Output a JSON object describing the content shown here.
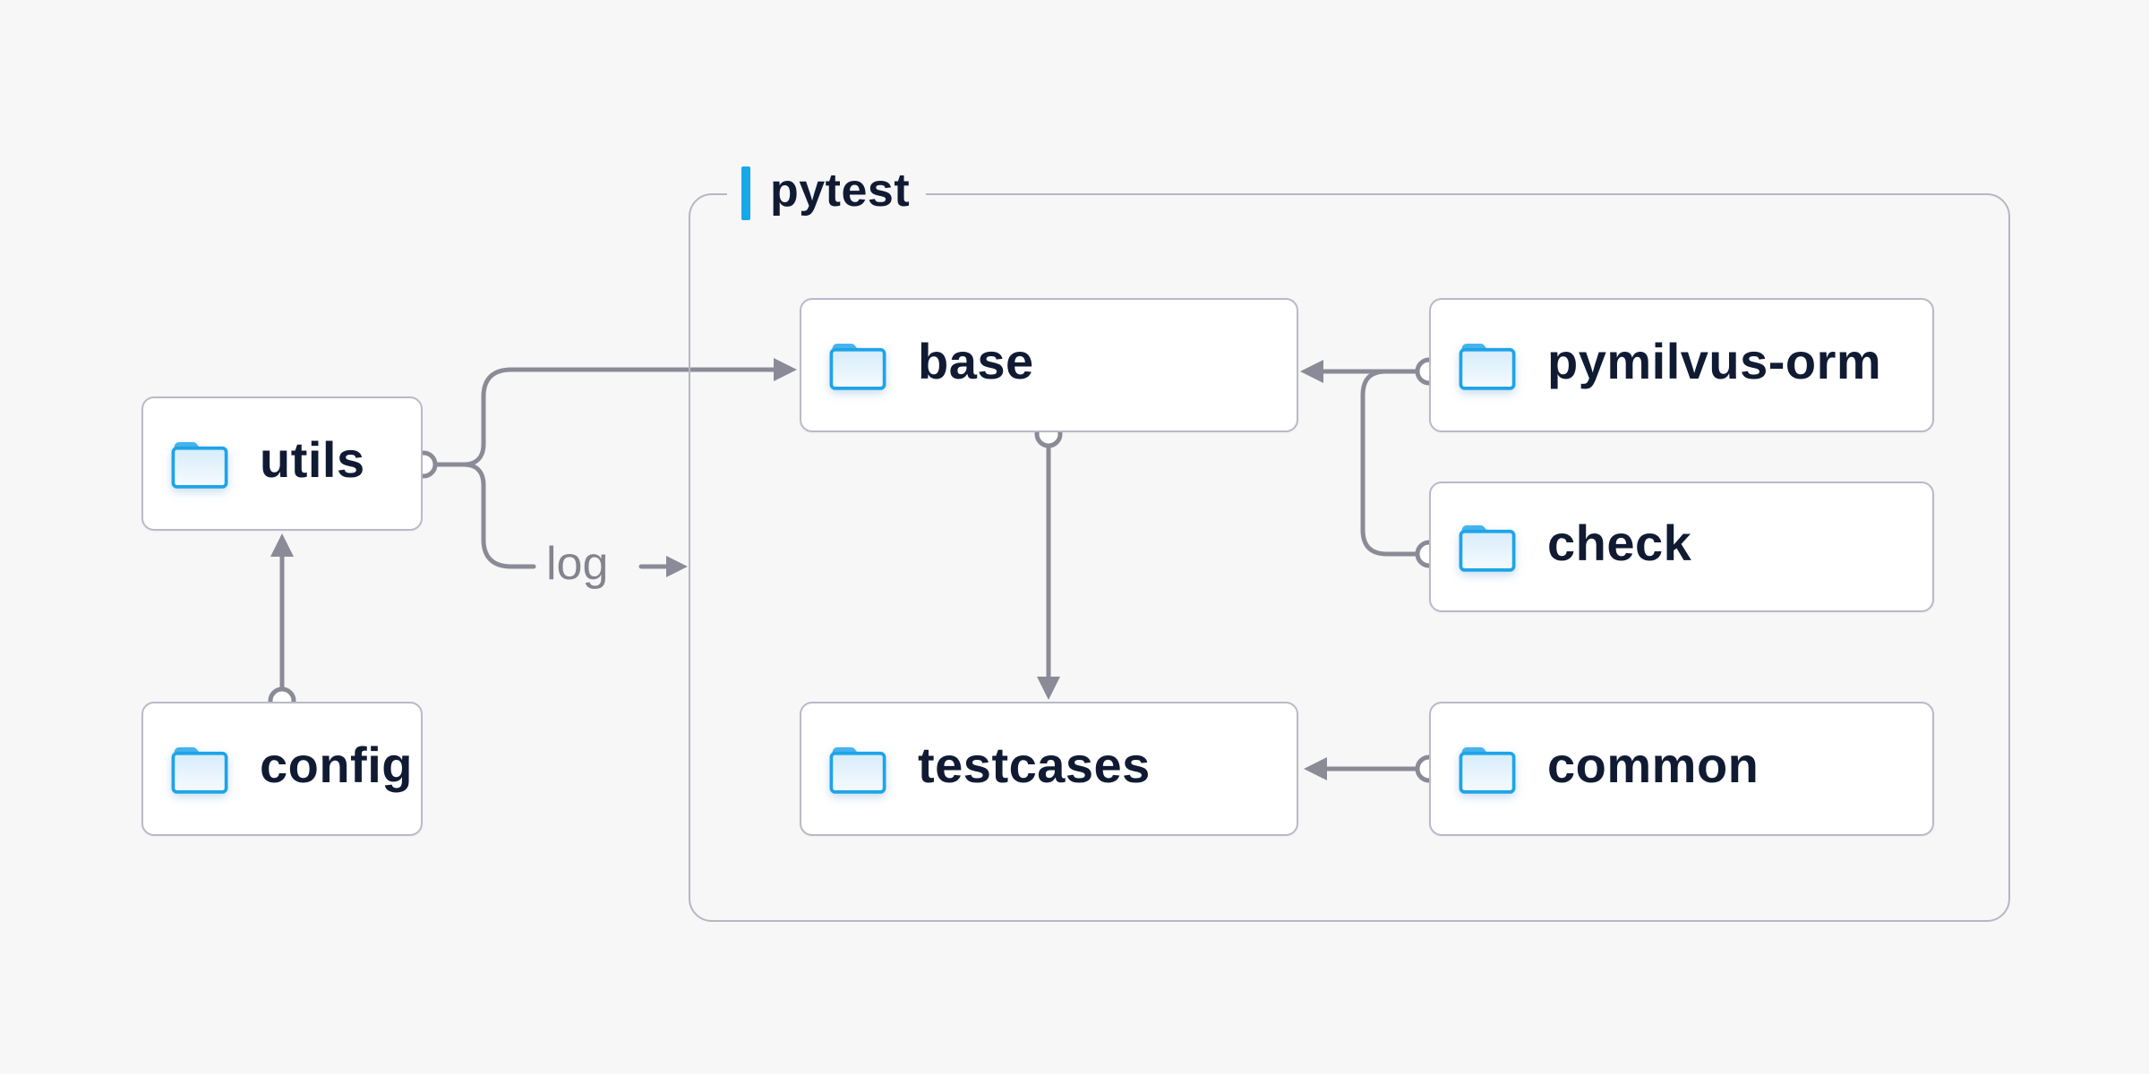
{
  "diagram": {
    "group": {
      "label": "pytest"
    },
    "nodes": [
      {
        "id": "utils",
        "label": "utils",
        "icon": "folder-icon"
      },
      {
        "id": "config",
        "label": "config",
        "icon": "folder-icon"
      },
      {
        "id": "base",
        "label": "base",
        "icon": "folder-icon"
      },
      {
        "id": "pymilvus-orm",
        "label": "pymilvus-orm",
        "icon": "folder-icon"
      },
      {
        "id": "check",
        "label": "check",
        "icon": "folder-icon"
      },
      {
        "id": "testcases",
        "label": "testcases",
        "icon": "folder-icon"
      },
      {
        "id": "common",
        "label": "common",
        "icon": "folder-icon"
      }
    ],
    "edges": [
      {
        "from": "config",
        "to": "utils",
        "arrow_into": "utils-bottom"
      },
      {
        "from": "utils",
        "to": "base",
        "arrow_into": "base-left"
      },
      {
        "from": "utils",
        "to": "log",
        "arrow_into": "pytest-group"
      },
      {
        "from": "pymilvus-orm",
        "to": "base",
        "arrow_into": "base-right"
      },
      {
        "from": "check",
        "to": "base",
        "arrow_into": "base-right"
      },
      {
        "from": "base",
        "to": "testcases",
        "arrow_into": "testcases-top"
      },
      {
        "from": "common",
        "to": "testcases",
        "arrow_into": "testcases-right"
      }
    ],
    "annotations": {
      "log_label": "log"
    }
  },
  "colors": {
    "background": "#f7f7f8",
    "node_fill": "#ffffff",
    "node_border": "#b9bac6",
    "group_border": "#b6b7c2",
    "connector": "#8b8b97",
    "text_primary": "#101b33",
    "text_secondary": "#84848f",
    "accent_blue": "#18a8ea",
    "folder_outline": "#1da4e9",
    "folder_tab": "#47b3ec"
  }
}
